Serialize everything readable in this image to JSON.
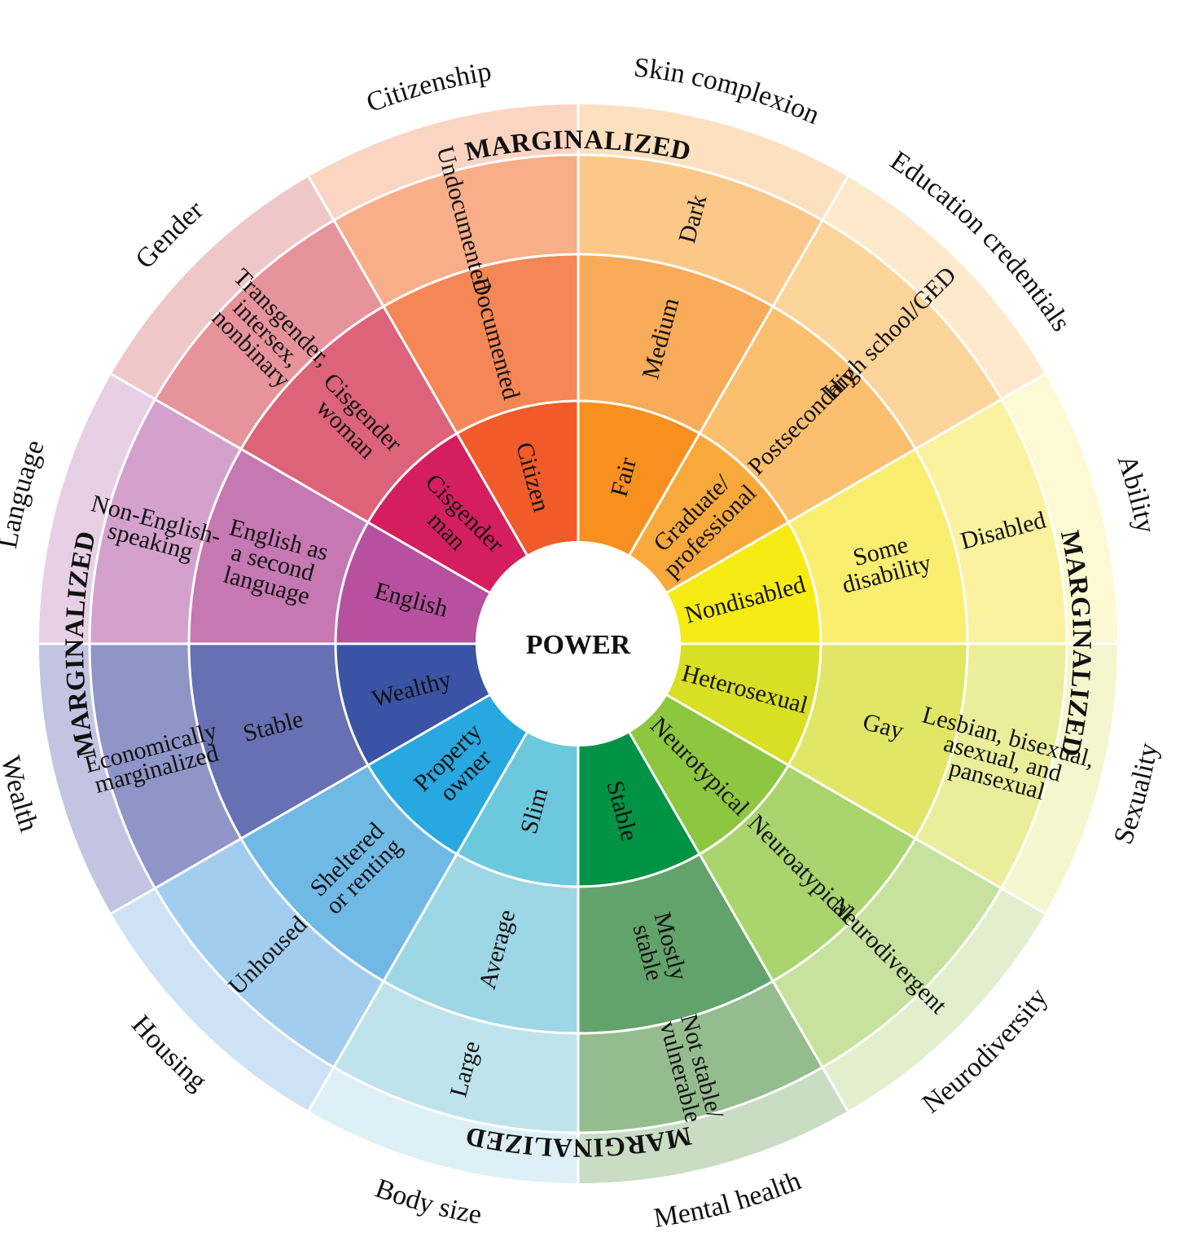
{
  "center": {
    "label": "POWER"
  },
  "marginalized_label": "MARGINALIZED",
  "categories": [
    {
      "name": "Skin complexion",
      "colors": [
        "#f7901e",
        "#f8ab59",
        "#fbc889",
        "#fde0bf"
      ],
      "rings": [
        [
          "Fair"
        ],
        [
          "Medium"
        ],
        [
          "Dark"
        ]
      ],
      "text": [
        "#111111",
        "#111111",
        "#111111"
      ]
    },
    {
      "name": "Education credentials",
      "colors": [
        "#f9a93b",
        "#fcbf6e",
        "#fdd49a",
        "#fee9cc"
      ],
      "rings": [
        [
          "Graduate/",
          "professional"
        ],
        [
          "Postsecondary"
        ],
        [
          "High school/GED"
        ]
      ],
      "text": [
        "#111111",
        "#111111",
        "#111111"
      ]
    },
    {
      "name": "Ability",
      "colors": [
        "#f6eb14",
        "#f9ee70",
        "#fbf29f",
        "#fdf9d2"
      ],
      "rings": [
        [
          "Nondisabled"
        ],
        [
          "Some",
          "disability"
        ],
        [
          "Disabled"
        ]
      ],
      "text": [
        "#111111",
        "#111111",
        "#111111"
      ]
    },
    {
      "name": "Sexuality",
      "colors": [
        "#d8df24",
        "#e1e667",
        "#eaee9a",
        "#f4f6cd"
      ],
      "rings": [
        [
          "Heterosexual"
        ],
        [
          "Gay"
        ],
        [
          "Lesbian, bisexual,",
          "asexual, and",
          "pansexual"
        ]
      ],
      "text": [
        "#111111",
        "#111111",
        "#111111"
      ]
    },
    {
      "name": "Neurodiversity",
      "colors": [
        "#8dc63f",
        "#a9d46e",
        "#c6e29e",
        "#e2efcf"
      ],
      "rings": [
        [
          "Neurotypical"
        ],
        [
          "Neuroatypical"
        ],
        [
          "Neurodivergent"
        ]
      ],
      "text": [
        "#111111",
        "#111111",
        "#111111"
      ]
    },
    {
      "name": "Mental health",
      "colors": [
        "#009245",
        "#62a36b",
        "#95bc8f",
        "#c9dcc4"
      ],
      "rings": [
        [
          "Stable"
        ],
        [
          "Mostly",
          "stable"
        ],
        [
          "Not stable/",
          "vulnerable"
        ]
      ],
      "text": [
        "#ffffff",
        "#ffffff",
        "#111111"
      ]
    },
    {
      "name": "Body size",
      "colors": [
        "#6cc8dc",
        "#9dd6e5",
        "#bfe3ec",
        "#ddf0f5"
      ],
      "rings": [
        [
          "Slim"
        ],
        [
          "Average"
        ],
        [
          "Large"
        ]
      ],
      "text": [
        "#111111",
        "#111111",
        "#111111"
      ]
    },
    {
      "name": "Housing",
      "colors": [
        "#27a8e0",
        "#70b9e5",
        "#a2cdee",
        "#cee2f5"
      ],
      "rings": [
        [
          "Property",
          "owner"
        ],
        [
          "Sheltered",
          "or renting"
        ],
        [
          "Unhoused"
        ]
      ],
      "text": [
        "#ffffff",
        "#ffffff",
        "#111111"
      ]
    },
    {
      "name": "Wealth",
      "colors": [
        "#3a53a4",
        "#6670b3",
        "#9095c8",
        "#c3c4e2"
      ],
      "rings": [
        [
          "Wealthy"
        ],
        [
          "Stable"
        ],
        [
          "Economically",
          "marginalized"
        ]
      ],
      "text": [
        "#ffffff",
        "#ffffff",
        "#111111"
      ]
    },
    {
      "name": "Language",
      "colors": [
        "#b6509f",
        "#c678b3",
        "#d4a1cd",
        "#e7cfe5"
      ],
      "rings": [
        [
          "English"
        ],
        [
          "English as",
          "a second",
          "language"
        ],
        [
          "Non-English-",
          "speaking"
        ]
      ],
      "text": [
        "#ffffff",
        "#ffffff",
        "#111111"
      ]
    },
    {
      "name": "Gender",
      "colors": [
        "#d51e5e",
        "#dc6379",
        "#e7939b",
        "#f0c7c9"
      ],
      "rings": [
        [
          "Cisgender",
          "man"
        ],
        [
          "Cisgender",
          "woman"
        ],
        [
          "Transgender,",
          "intersex,",
          "nonbinary"
        ]
      ],
      "text": [
        "#ffffff",
        "#ffffff",
        "#111111"
      ]
    },
    {
      "name": "Citizenship",
      "colors": [
        "#f15a29",
        "#f58656",
        "#f8ae89",
        "#fcd5c2"
      ],
      "rings": [
        [
          "Citizen"
        ],
        [
          "Documented"
        ],
        [
          "Undocumented"
        ]
      ],
      "text": [
        "#ffffff",
        "#ffffff",
        "#111111"
      ]
    }
  ]
}
